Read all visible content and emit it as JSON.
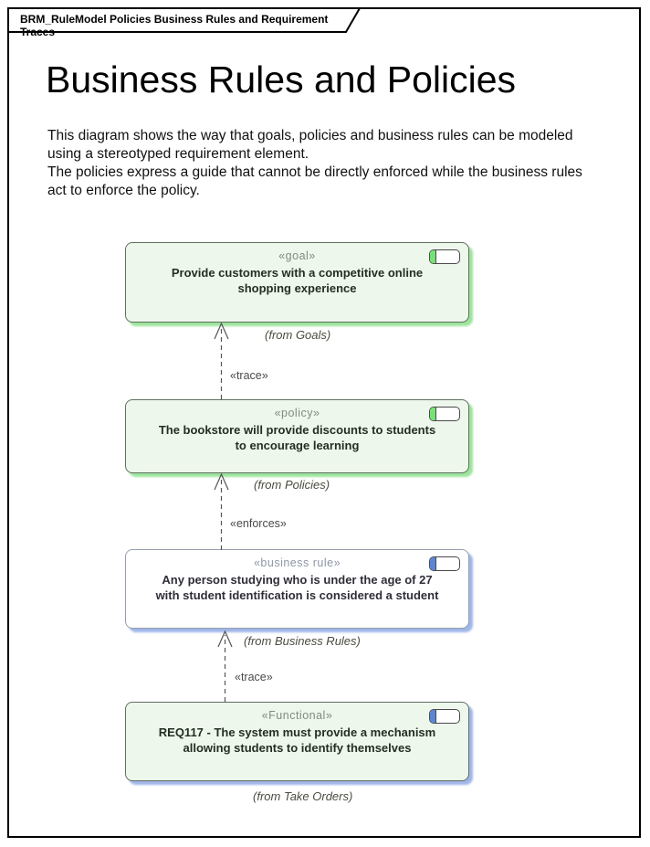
{
  "frame": {
    "tab_label": "BRM_RuleModel Policies Business Rules and Requirement Traces"
  },
  "header": {
    "title": "Business Rules and Policies",
    "description_line1": "This diagram shows the way that goals, policies and business rules can be modeled using a stereotyped requirement element.",
    "description_line2": "The policies express a guide that cannot be directly enforced while the business rules act to enforce the policy."
  },
  "colors": {
    "green_fill": "#eef7ec",
    "green_border": "#5f6f5f",
    "green_shadow": "#9ce49c",
    "white_fill": "#ffffff",
    "gray_border": "#969eae",
    "blue_shadow": "#9fb6e8",
    "icon_green": "#76e276",
    "icon_blue": "#5b86d6"
  },
  "nodes": [
    {
      "stereotype": "«goal»",
      "text": "Provide customers with a competitive online shopping experience",
      "from": "(from Goals)",
      "icon": "requirement-icon-green"
    },
    {
      "stereotype": "«policy»",
      "text": "The bookstore will provide discounts to students to encourage learning",
      "from": "(from Policies)",
      "icon": "requirement-icon-green"
    },
    {
      "stereotype": "«business rule»",
      "text": "Any person studying who is under the age of 27 with student identification is considered a student",
      "from": "(from Business Rules)",
      "icon": "requirement-icon-blue"
    },
    {
      "stereotype": "«Functional»",
      "text": "REQ117 - The system must provide a mechanism allowing students to identify themselves",
      "from": "(from Take Orders)",
      "icon": "requirement-icon-blue"
    }
  ],
  "connectors": [
    {
      "label": "«trace»"
    },
    {
      "label": "«enforces»"
    },
    {
      "label": "«trace»"
    }
  ]
}
